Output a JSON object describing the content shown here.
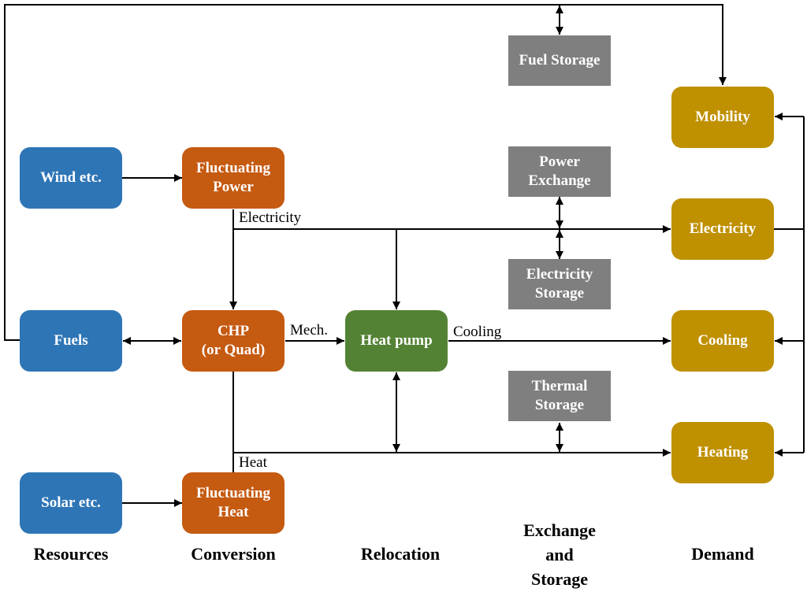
{
  "nodes": {
    "wind": "Wind etc.",
    "fluct_power_l1": "Fluctuating",
    "fluct_power_l2": "Power",
    "fuels": "Fuels",
    "chp_l1": "CHP",
    "chp_l2": "(or Quad)",
    "heat_pump": "Heat pump",
    "solar": "Solar etc.",
    "fluct_heat_l1": "Fluctuating",
    "fluct_heat_l2": "Heat",
    "fuel_storage": "Fuel Storage",
    "power_exchange_l1": "Power",
    "power_exchange_l2": "Exchange",
    "electricity_storage_l1": "Electricity",
    "electricity_storage_l2": "Storage",
    "thermal_storage_l1": "Thermal",
    "thermal_storage_l2": "Storage",
    "mobility": "Mobility",
    "electricity": "Electricity",
    "cooling": "Cooling",
    "heating": "Heating"
  },
  "flow_labels": {
    "electricity": "Electricity",
    "mech": "Mech.",
    "cooling": "Cooling",
    "heat": "Heat"
  },
  "columns": {
    "resources": "Resources",
    "conversion": "Conversion",
    "relocation": "Relocation",
    "exchange_l1": "Exchange",
    "exchange_l2": "and",
    "exchange_l3": "Storage",
    "demand": "Demand"
  }
}
